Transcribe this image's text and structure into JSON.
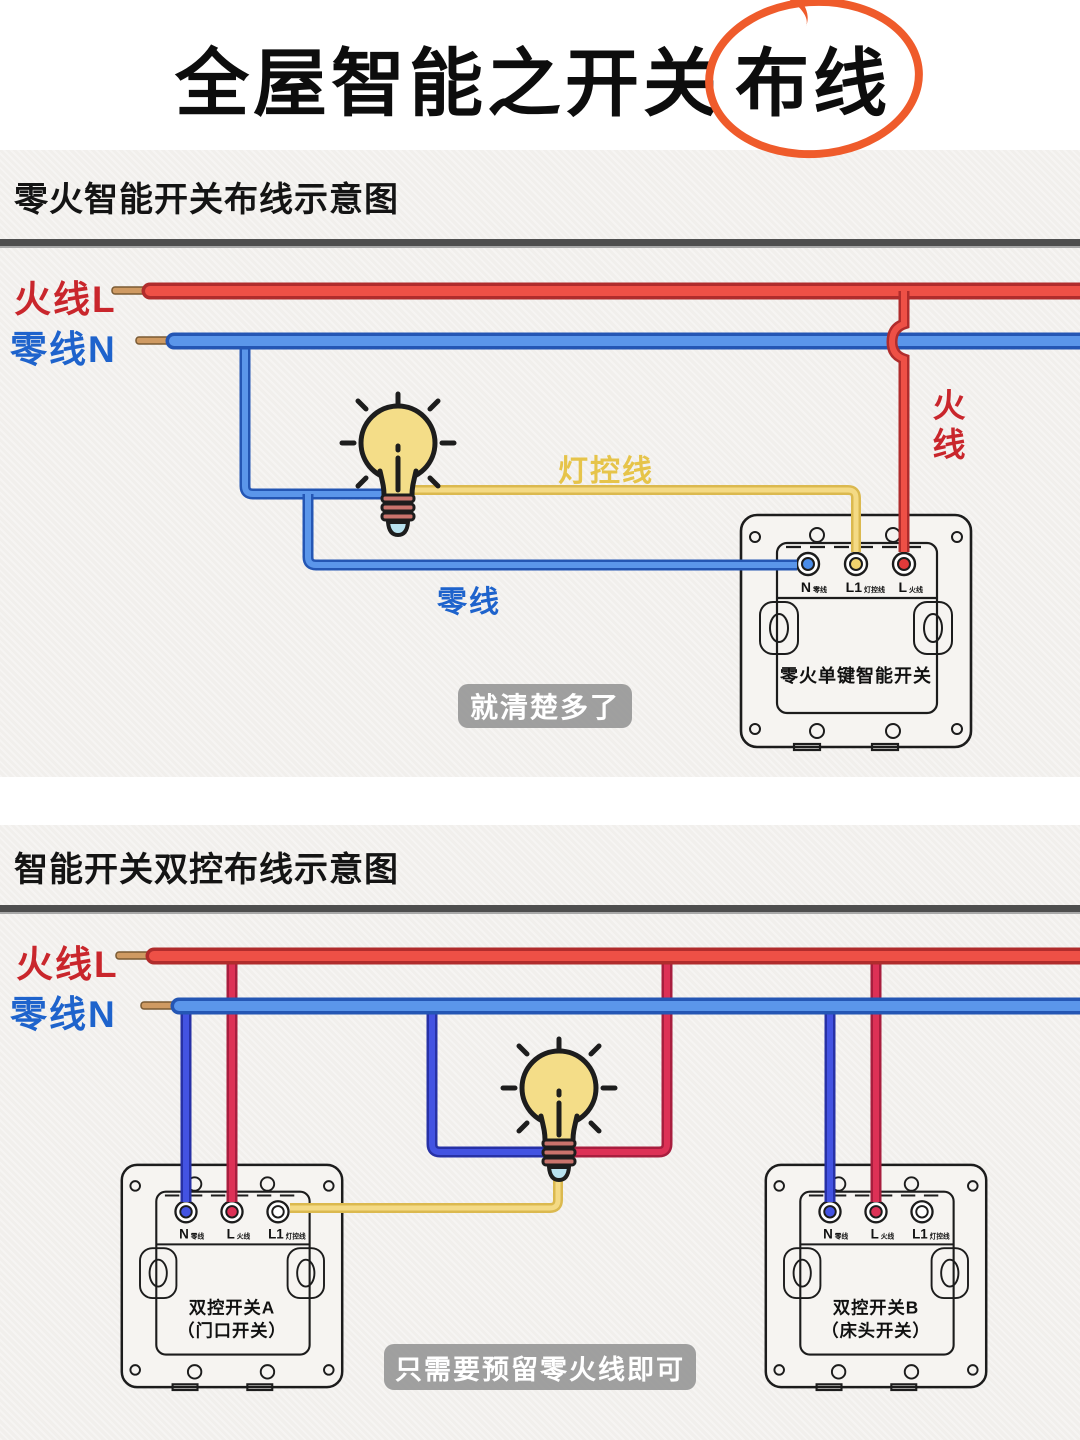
{
  "title": {
    "prefix": "全屋智能之开关",
    "circled": "布线"
  },
  "panel1": {
    "header": "零火智能开关布线示意图",
    "labels": {
      "live_l": "火线L",
      "neutral_n": "零线N",
      "lamp_control": "灯控线",
      "neutral_branch": "零线",
      "live_branch_vertical": "火线"
    },
    "switch1": {
      "name": "零火单键智能开关",
      "terminals": [
        {
          "main": "N",
          "sub": "零线"
        },
        {
          "main": "L1",
          "sub": "灯控线"
        },
        {
          "main": "L",
          "sub": "火线"
        }
      ]
    },
    "caption": "就清楚多了"
  },
  "panel2": {
    "header": "智能开关双控布线示意图",
    "labels": {
      "live_l": "火线L",
      "neutral_n": "零线N"
    },
    "switch_a": {
      "name_line1": "双控开关A",
      "name_line2": "（门口开关）",
      "terminals": [
        {
          "main": "N",
          "sub": "零线"
        },
        {
          "main": "L",
          "sub": "火线"
        },
        {
          "main": "L1",
          "sub": "灯控线"
        }
      ]
    },
    "switch_b": {
      "name_line1": "双控开关B",
      "name_line2": "（床头开关）",
      "terminals": [
        {
          "main": "N",
          "sub": "零线"
        },
        {
          "main": "L",
          "sub": "火线"
        },
        {
          "main": "L1",
          "sub": "灯控线"
        }
      ]
    },
    "caption": "只需要预留零火线即可"
  },
  "colors": {
    "live_bus": "#ee5046",
    "neutral_bus": "#5b96ea",
    "neutral_drop": "#4353e2",
    "live_drop": "#dd3156",
    "control_wire": "#f4da85",
    "title_circle": "#ef5b2b",
    "live_label": "#c9262c",
    "neutral_label": "#1e63cc",
    "control_label": "#e6c44a",
    "caption_bg": "#989898",
    "panel_bg": "#f1efec"
  },
  "icons": {
    "bulb": "light-bulb",
    "switch": "wall-switch-plate",
    "wire_tip": "copper-wire-tip",
    "circle_mark": "hand-drawn-circle"
  }
}
